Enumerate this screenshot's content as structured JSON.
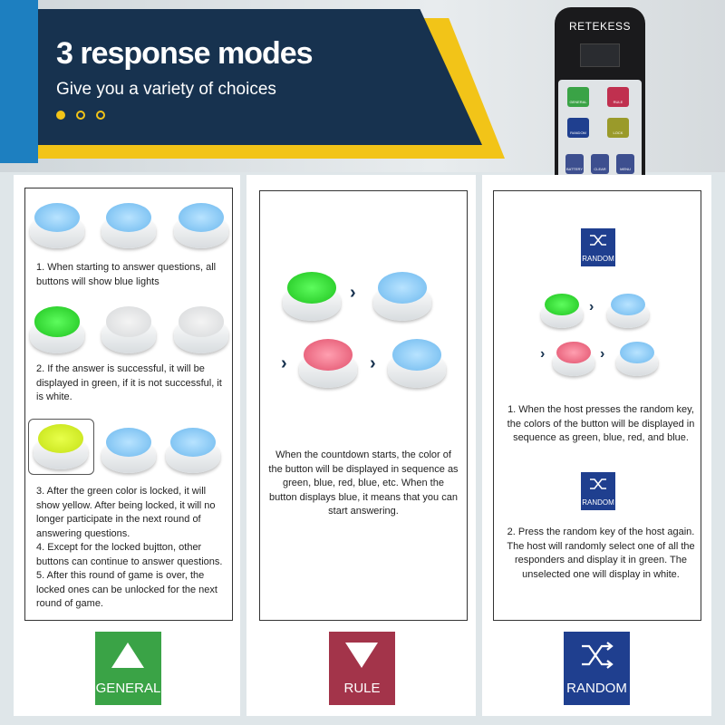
{
  "header": {
    "title": "3 response modes",
    "subtitle": "Give you a variety of choices"
  },
  "remote": {
    "brand": "RETEKESS",
    "keys": [
      "GENERAL",
      "RULE",
      "RANDOM",
      "LOCK",
      "BATTERY",
      "CLEAR",
      "MENU"
    ]
  },
  "general": {
    "steps": [
      "1. When starting to answer questions, all buttons will show blue lights",
      "2. If the answer is successful, it will be displayed in green, if it is not successful, it is white.",
      "3. After the green color is locked, it will show yellow. After being locked, it will no longer participate in the next round of answering questions.\n4. Except for the locked bujtton, other buttons can continue to answer questions.\n5. After this round of game is over, the locked ones can be unlocked for the next round of game."
    ],
    "label": "GENERAL",
    "color": "#3aa346"
  },
  "rule": {
    "text": "When the countdown starts, the color of the button will be displayed in sequence as green, blue, red, blue, etc. When the button displays blue, it means that you can start answering.",
    "label": "RULE",
    "color": "#a3344a"
  },
  "random": {
    "key_label": "RANDOM",
    "step1": "1. When the host presses the random key, the colors of the button will be displayed in sequence as green, blue, red, and blue.",
    "step2": "2. Press the random key of the host again. The host will randomly select one of all the responders and display it in green. The unselected one will display in white.",
    "label": "RANDOM",
    "color": "#1f3f8f"
  }
}
